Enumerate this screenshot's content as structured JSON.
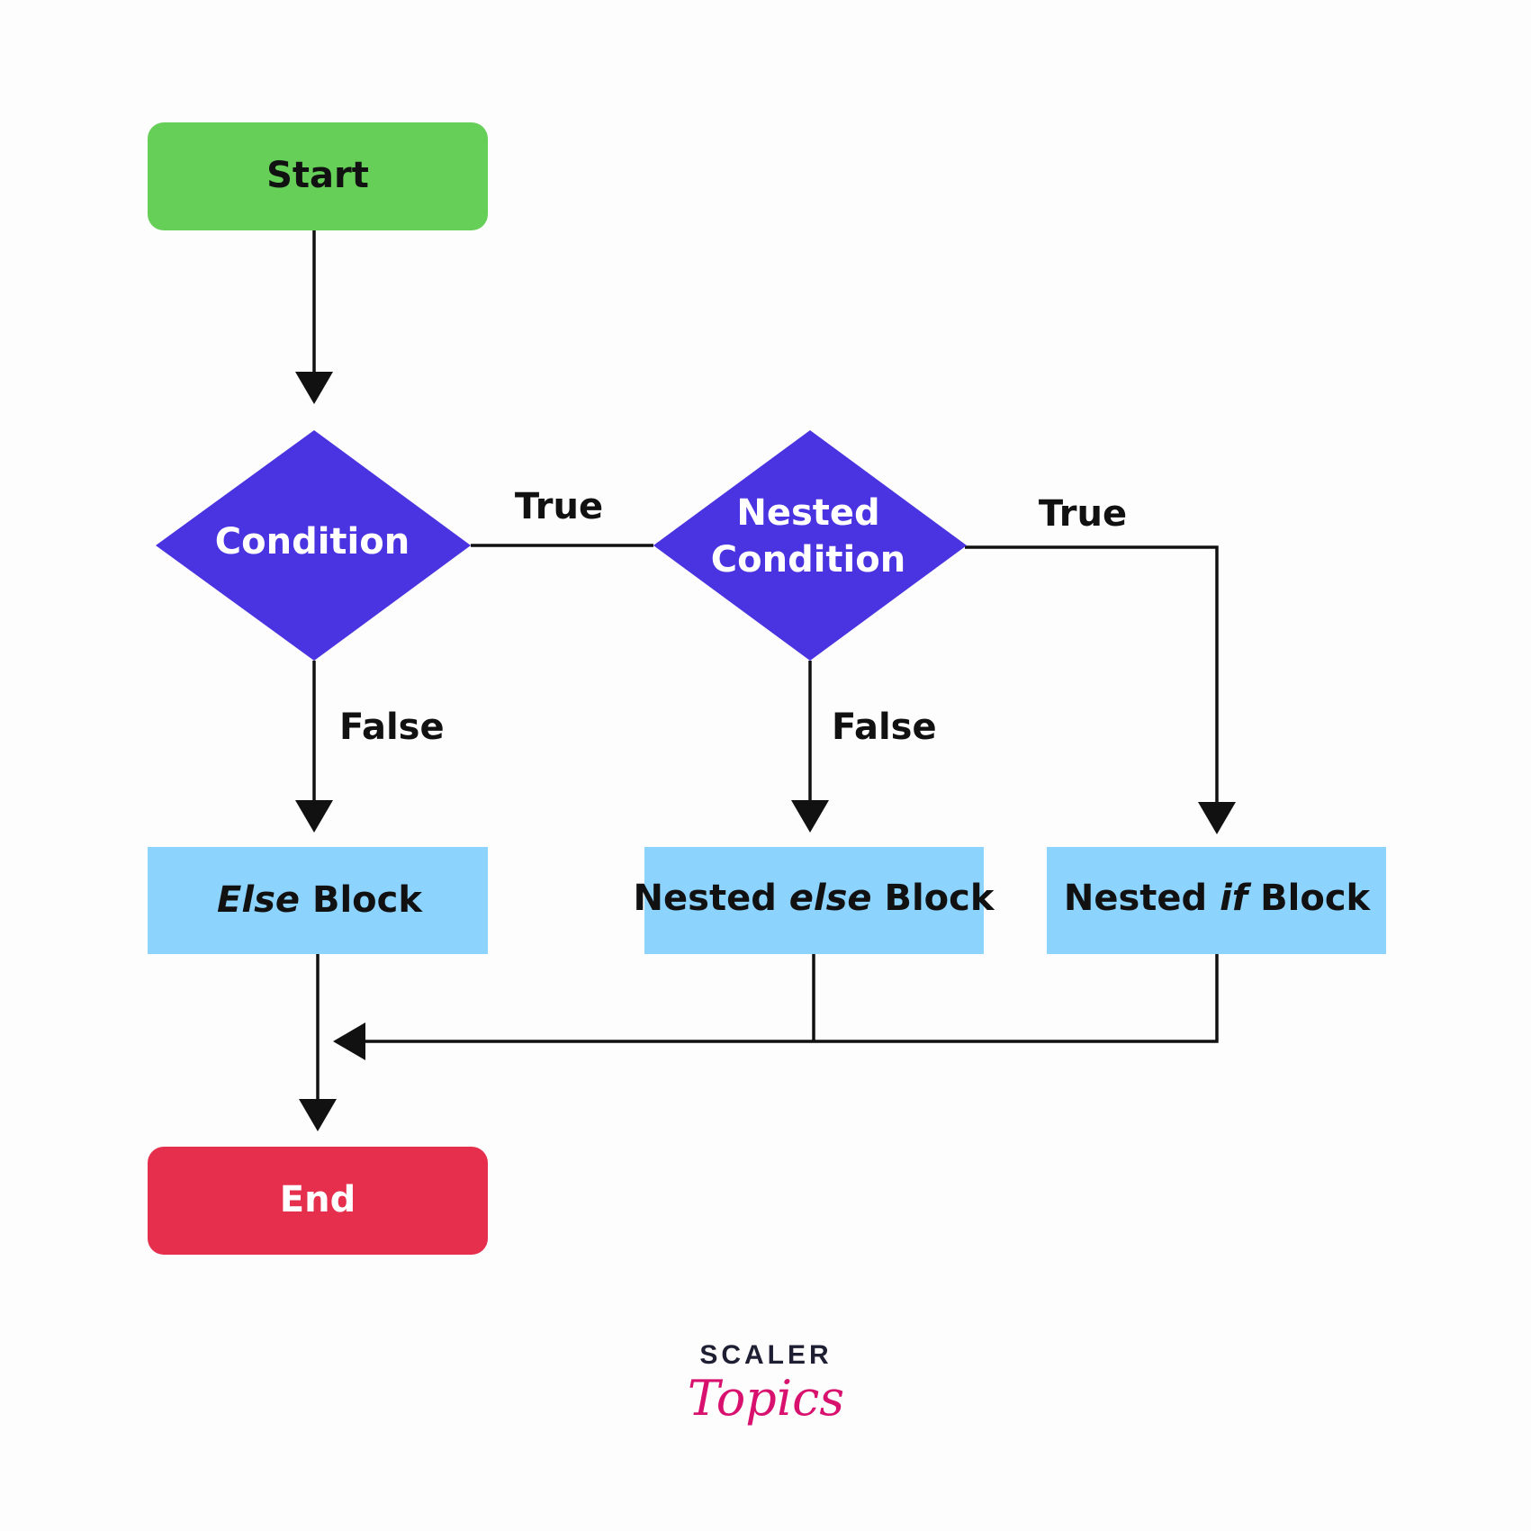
{
  "colors": {
    "start": "#66cf58",
    "condition": "#4a33e1",
    "block": "#8cd3fe",
    "end": "#e62e4d",
    "line": "#111111",
    "logo_dark": "#1f1f33",
    "logo_pink": "#d8116f"
  },
  "nodes": {
    "start": "Start",
    "condition": "Condition",
    "nested_condition_line1": "Nested",
    "nested_condition_line2": "Condition",
    "else_block_em": "Else",
    "else_block_rest": " Block",
    "nested_else_pre": "Nested ",
    "nested_else_em": "else",
    "nested_else_post": " Block",
    "nested_if_pre": "Nested ",
    "nested_if_em": "if",
    "nested_if_post": " Block",
    "end": "End"
  },
  "edges": {
    "condition_true": "True",
    "condition_false": "False",
    "nested_true": "True",
    "nested_false": "False"
  },
  "logo": {
    "brand": "SCALER",
    "product": "Topics"
  }
}
